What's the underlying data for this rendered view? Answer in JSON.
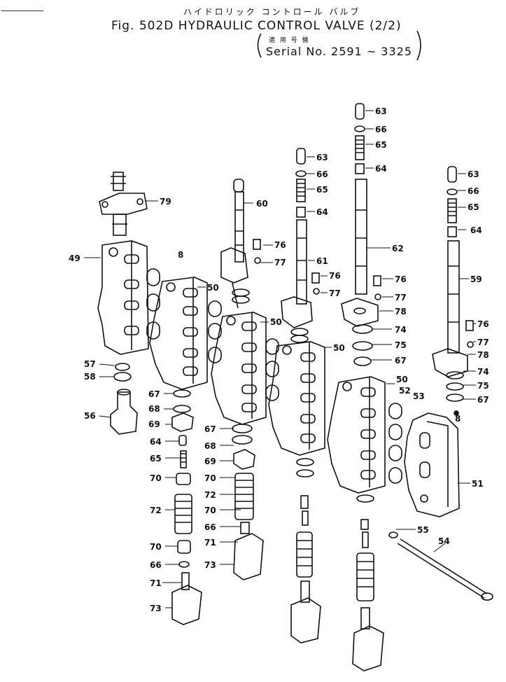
{
  "header": {
    "japanese_title": "ハイドロリック コントロール バルブ",
    "fig_title": "Fig. 502D  HYDRAULIC CONTROL VALVE (2/2)",
    "japanese_serial": "適 用 号 機",
    "serial": "Serial No. 2591 ~ 3325"
  },
  "callouts": [
    {
      "id": "c79",
      "label": "79"
    },
    {
      "id": "c49",
      "label": "49"
    },
    {
      "id": "c8a",
      "label": "8"
    },
    {
      "id": "c50a",
      "label": "50"
    },
    {
      "id": "c60",
      "label": "60"
    },
    {
      "id": "c76a",
      "label": "76"
    },
    {
      "id": "c77a",
      "label": "77"
    },
    {
      "id": "c50b",
      "label": "50"
    },
    {
      "id": "c63a",
      "label": "63"
    },
    {
      "id": "c66a",
      "label": "66"
    },
    {
      "id": "c65a",
      "label": "65"
    },
    {
      "id": "c64a",
      "label": "64"
    },
    {
      "id": "c61",
      "label": "61"
    },
    {
      "id": "c76b",
      "label": "76"
    },
    {
      "id": "c77b",
      "label": "77"
    },
    {
      "id": "c50c",
      "label": "50"
    },
    {
      "id": "c63b",
      "label": "63"
    },
    {
      "id": "c66b",
      "label": "66"
    },
    {
      "id": "c65b",
      "label": "65"
    },
    {
      "id": "c64b",
      "label": "64"
    },
    {
      "id": "c62",
      "label": "62"
    },
    {
      "id": "c76c",
      "label": "76"
    },
    {
      "id": "c77c",
      "label": "77"
    },
    {
      "id": "c78a",
      "label": "78"
    },
    {
      "id": "c74a",
      "label": "74"
    },
    {
      "id": "c75a",
      "label": "75"
    },
    {
      "id": "c67a",
      "label": "67"
    },
    {
      "id": "c50d",
      "label": "50"
    },
    {
      "id": "c52",
      "label": "52"
    },
    {
      "id": "c53",
      "label": "53"
    },
    {
      "id": "c63c",
      "label": "63"
    },
    {
      "id": "c66c",
      "label": "66"
    },
    {
      "id": "c65c",
      "label": "65"
    },
    {
      "id": "c64c",
      "label": "64"
    },
    {
      "id": "c59",
      "label": "59"
    },
    {
      "id": "c76d",
      "label": "76"
    },
    {
      "id": "c77d",
      "label": "77"
    },
    {
      "id": "c78b",
      "label": "78"
    },
    {
      "id": "c74b",
      "label": "74"
    },
    {
      "id": "c75b",
      "label": "75"
    },
    {
      "id": "c67b",
      "label": "67"
    },
    {
      "id": "c8b",
      "label": "8"
    },
    {
      "id": "c51",
      "label": "51"
    },
    {
      "id": "c55",
      "label": "55"
    },
    {
      "id": "c54",
      "label": "54"
    },
    {
      "id": "c57",
      "label": "57"
    },
    {
      "id": "c58",
      "label": "58"
    },
    {
      "id": "c56",
      "label": "56"
    },
    {
      "id": "c67c",
      "label": "67"
    },
    {
      "id": "c68a",
      "label": "68"
    },
    {
      "id": "c69a",
      "label": "69"
    },
    {
      "id": "c64d",
      "label": "64"
    },
    {
      "id": "c65d",
      "label": "65"
    },
    {
      "id": "c70a",
      "label": "70"
    },
    {
      "id": "c72a",
      "label": "72"
    },
    {
      "id": "c70b",
      "label": "70"
    },
    {
      "id": "c66d",
      "label": "66"
    },
    {
      "id": "c71a",
      "label": "71"
    },
    {
      "id": "c73a",
      "label": "73"
    },
    {
      "id": "c67d",
      "label": "67"
    },
    {
      "id": "c68b",
      "label": "68"
    },
    {
      "id": "c69b",
      "label": "69"
    },
    {
      "id": "c70c",
      "label": "70"
    },
    {
      "id": "c72b",
      "label": "72"
    },
    {
      "id": "c70d",
      "label": "70"
    },
    {
      "id": "c66e",
      "label": "66"
    },
    {
      "id": "c71b",
      "label": "71"
    },
    {
      "id": "c73b",
      "label": "73"
    }
  ]
}
